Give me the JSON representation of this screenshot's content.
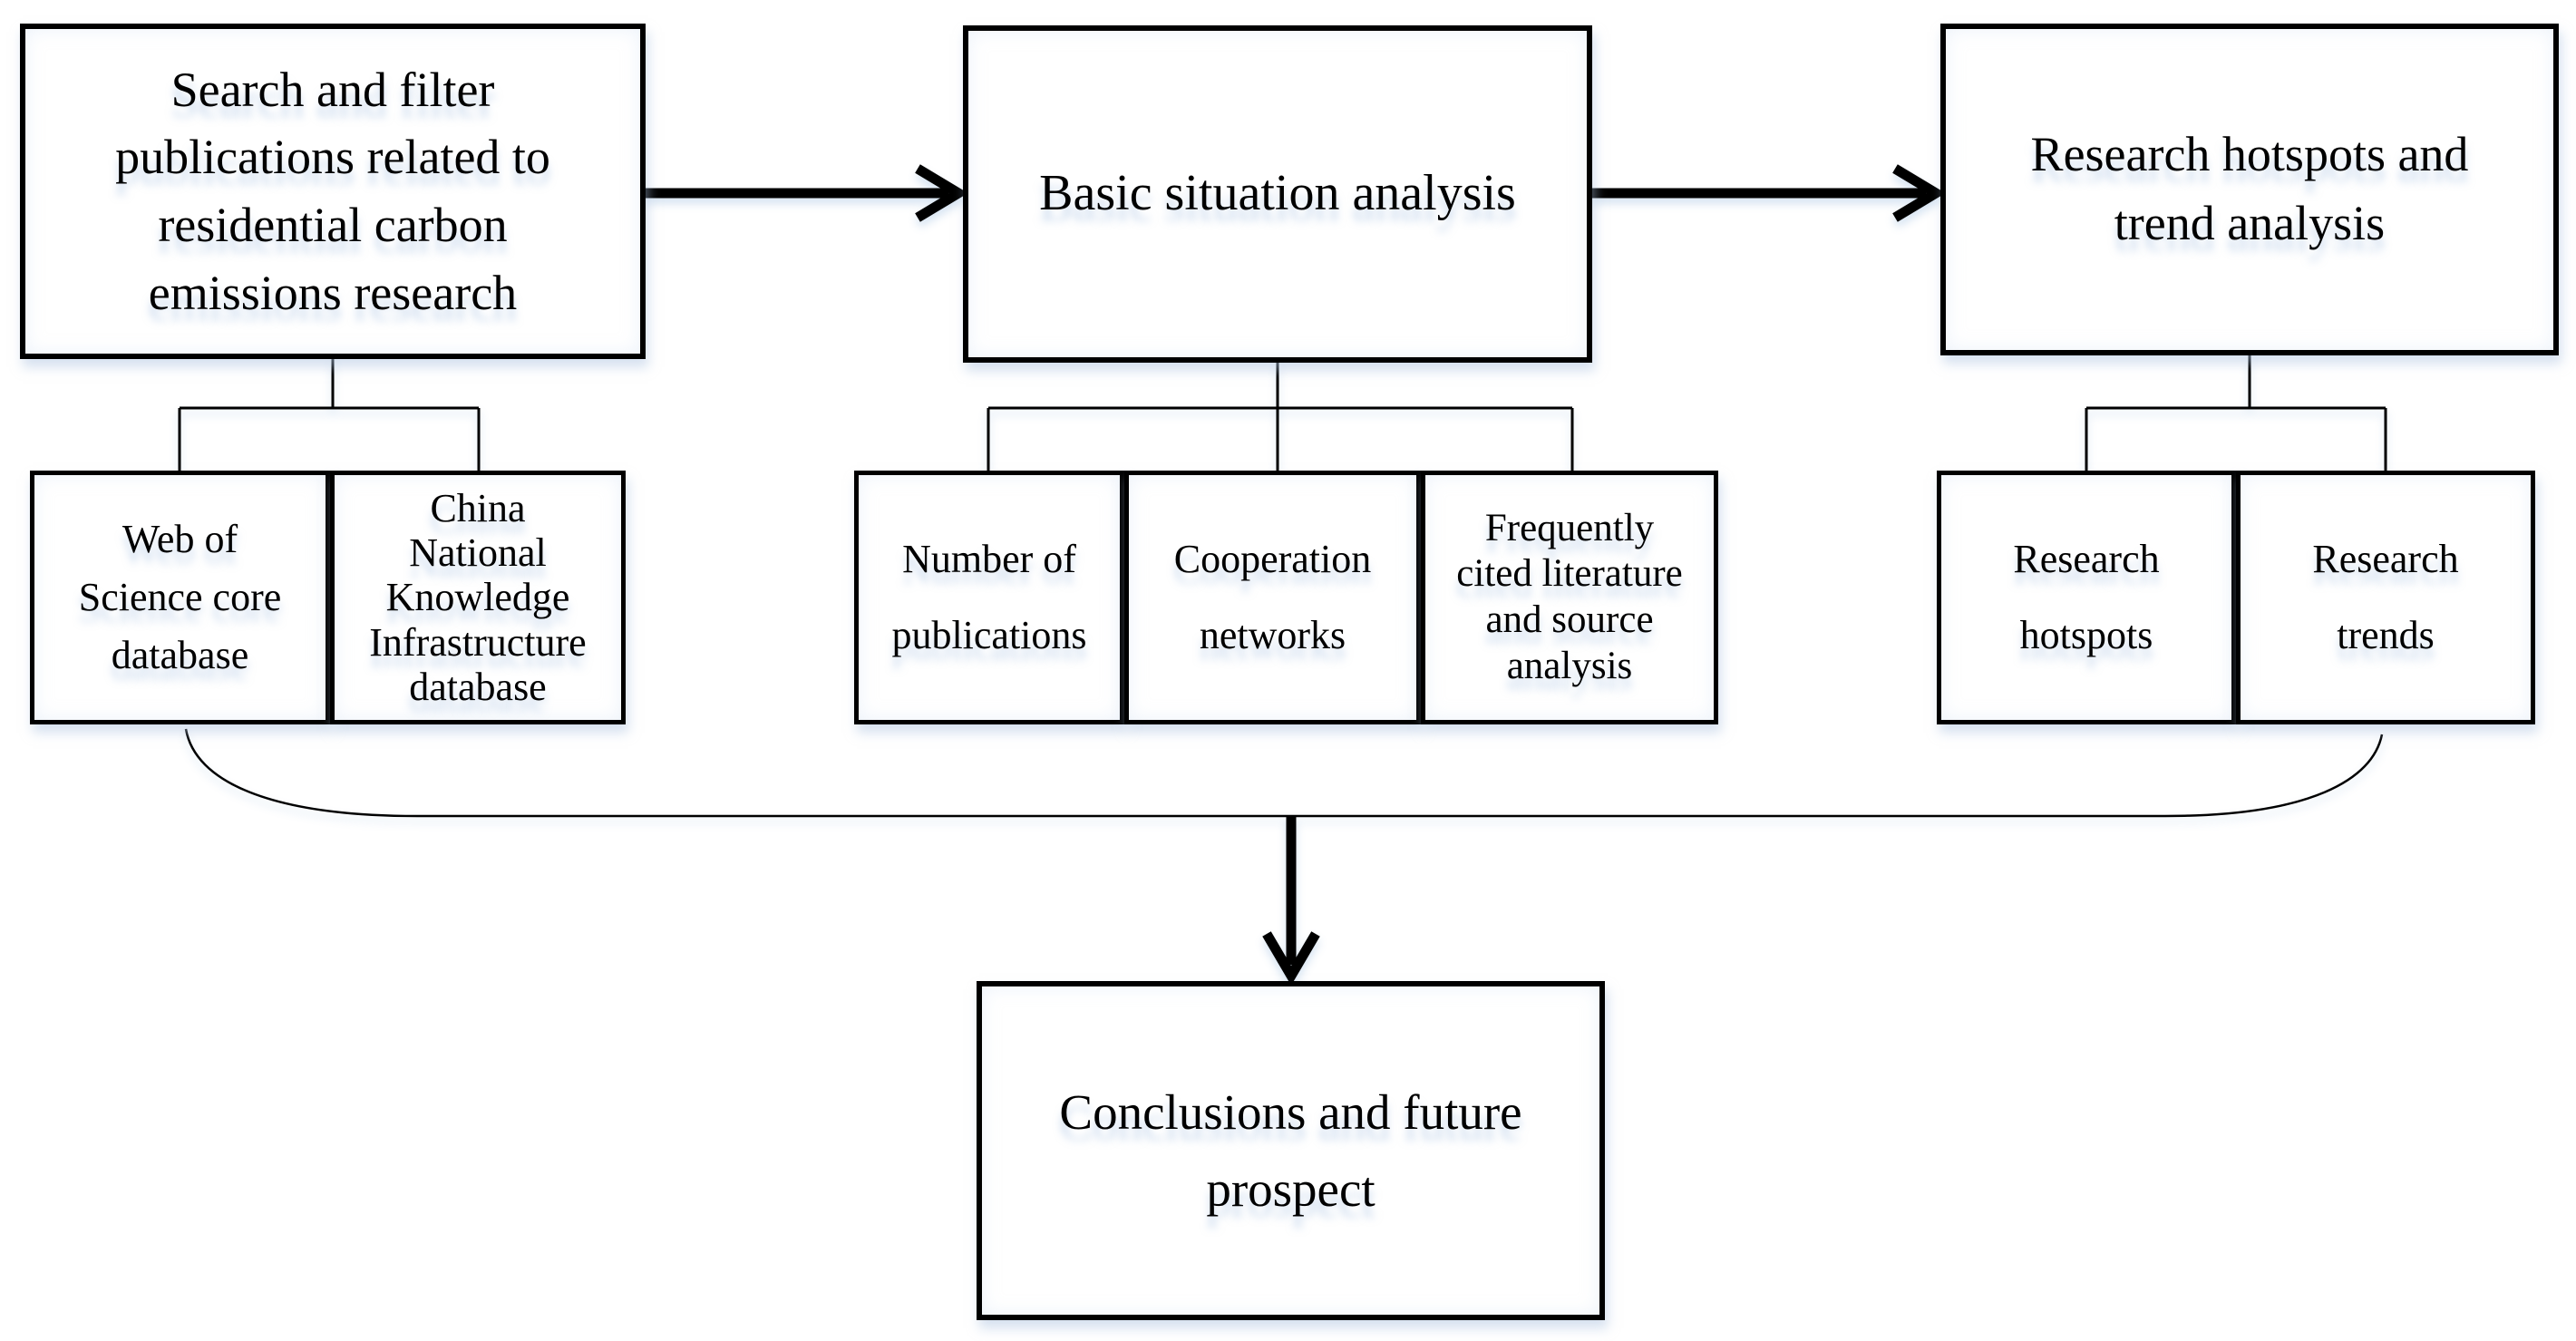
{
  "diagram": {
    "type": "flowchart",
    "colors": {
      "line": "#000000",
      "text": "#000000",
      "background": "#ffffff",
      "shadow_tint": "#a9c0de"
    },
    "nodes": {
      "search_filter": {
        "label": "Search and filter\npublications related to\nresidential carbon\nemissions research"
      },
      "basic_situation": {
        "label": "Basic situation analysis"
      },
      "hotspots_trend": {
        "label": "Research hotspots and\ntrend analysis"
      },
      "wos": {
        "label": "Web of\nScience core\ndatabase"
      },
      "cnki": {
        "label": "China\nNational\nKnowledge\nInfrastructure\ndatabase"
      },
      "num_publications": {
        "label": "Number of\npublications"
      },
      "cooperation_networks": {
        "label": "Cooperation\nnetworks"
      },
      "frequently_cited": {
        "label": "Frequently\ncited literature\nand source\nanalysis"
      },
      "research_hotspots": {
        "label": "Research\nhotspots"
      },
      "research_trends": {
        "label": "Research\ntrends"
      },
      "conclusions": {
        "label": "Conclusions and future\nprospect"
      }
    },
    "edges": [
      {
        "from": "search_filter",
        "to": "basic_situation",
        "style": "thick-arrow"
      },
      {
        "from": "basic_situation",
        "to": "hotspots_trend",
        "style": "thick-arrow"
      },
      {
        "from": "search_filter",
        "to": [
          "wos",
          "cnki"
        ],
        "style": "tree"
      },
      {
        "from": "basic_situation",
        "to": [
          "num_publications",
          "cooperation_networks",
          "frequently_cited"
        ],
        "style": "tree"
      },
      {
        "from": "hotspots_trend",
        "to": [
          "research_hotspots",
          "research_trends"
        ],
        "style": "tree"
      },
      {
        "from": [
          "wos",
          "research_trends"
        ],
        "to": "conclusions",
        "style": "curved-collector-arrow"
      }
    ]
  }
}
